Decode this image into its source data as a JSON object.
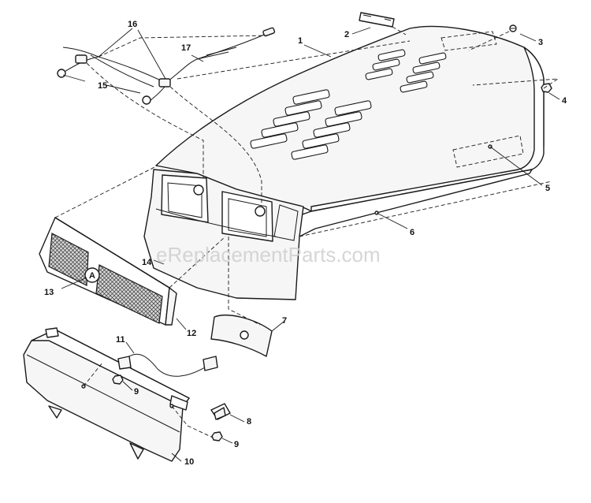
{
  "watermark": "eReplacementParts.com",
  "callouts": {
    "c1": "1",
    "c2": "2",
    "c3": "3",
    "c4": "4",
    "c5": "5",
    "c6": "6",
    "c7": "7",
    "c8": "8",
    "c9a": "9",
    "c9b": "9",
    "c10": "10",
    "c11": "11",
    "c12": "12",
    "c13": "13",
    "c14": "14",
    "c15": "15",
    "c16": "16",
    "c17": "17"
  },
  "grille_mark": "A"
}
